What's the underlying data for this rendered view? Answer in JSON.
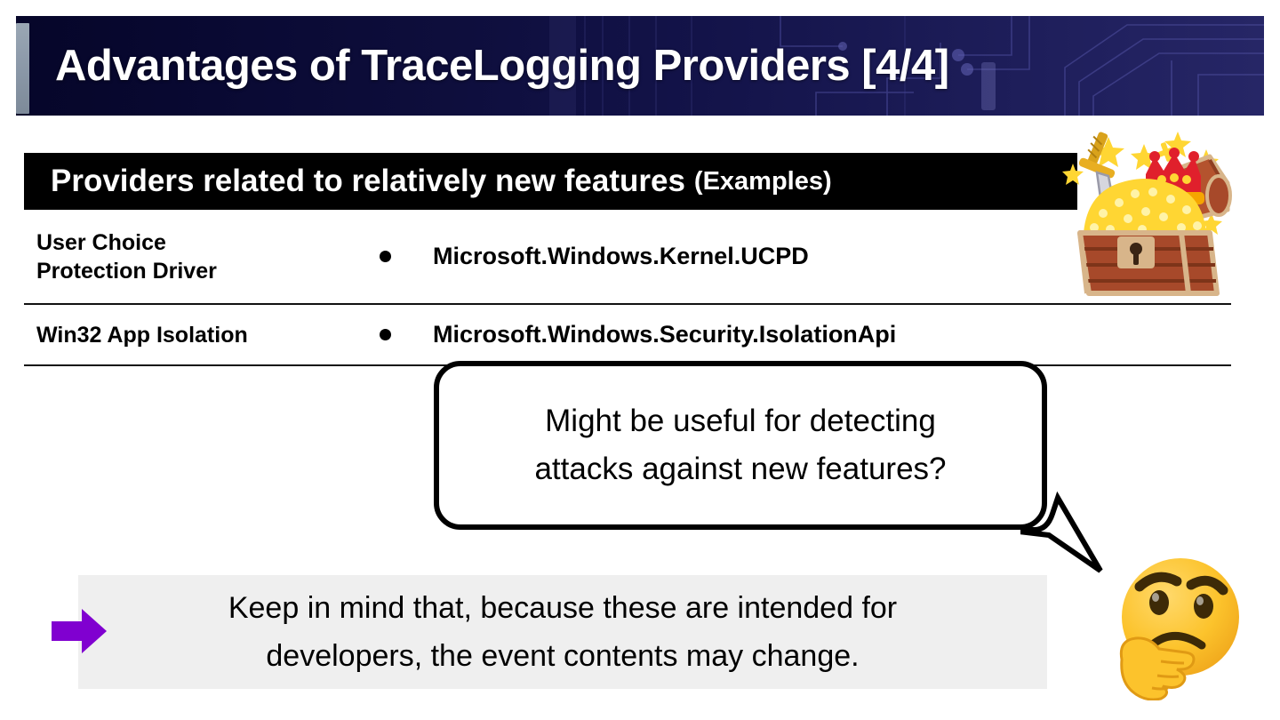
{
  "slide": {
    "title": "Advantages of TraceLogging Providers [4/4]",
    "accent_color": "#8b98a8",
    "banner_color": "#0a0a33"
  },
  "section_header": {
    "main_text": "Providers related to relatively new features",
    "sub_text": "(Examples)",
    "background": "#000000",
    "text_color": "#ffffff"
  },
  "table": {
    "rows": [
      {
        "label": "User Choice\nProtection Driver",
        "label_line1": "User Choice",
        "label_line2": "Protection Driver",
        "provider": "Microsoft.Windows.Kernel.UCPD"
      },
      {
        "label": "Win32 App Isolation",
        "label_line1": "Win32 App Isolation",
        "label_line2": "",
        "provider": "Microsoft.Windows.Security.IsolationApi"
      }
    ]
  },
  "speech_bubble": {
    "line1": "Might be useful for detecting",
    "line2": "attacks against new features?"
  },
  "bottom_note": {
    "line1": "Keep in mind that, because these are intended for",
    "line2": "developers, the event contents may change.",
    "background": "#efefef",
    "arrow_color": "#8000d0"
  },
  "decorations": {
    "treasure_chest": "treasure-chest-illustration",
    "thinking_face": "thinking-face-emoji"
  }
}
